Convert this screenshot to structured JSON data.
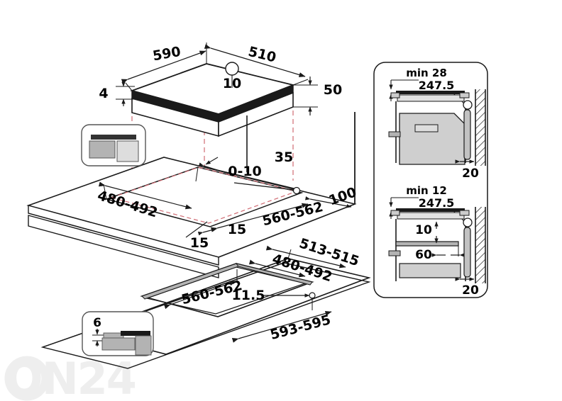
{
  "document": {
    "title": "Hob installation dimension drawing",
    "background_color": "#ffffff",
    "line_color": "#1a1a1a",
    "hidden_line_color": "#d06b73",
    "fill_light": "#d9d9d9",
    "fill_mid": "#b3b3b3",
    "fill_dark": "#1a1a1a"
  },
  "watermark": {
    "text": "ON24",
    "color": "#eeeeee"
  },
  "main_view": {
    "name": "hob-and-cutout-isometric",
    "dimensions": {
      "hob_width": "590",
      "hob_depth": "510",
      "hob_glass_thickness": "4",
      "knob_height": "10",
      "hob_body_height": "50",
      "cutout_width": "560-562",
      "cutout_depth": "480-492",
      "corner_radius": "35",
      "overhang": "0-10",
      "edge_margin_front": "15",
      "edge_margin_side": "15",
      "worktop_rear_gap": "100"
    }
  },
  "lower_view": {
    "name": "worktop-cutout-isometric",
    "dimensions": {
      "cutout_width": "560-562",
      "cutout_depth": "480-492",
      "worktop_depth": "513-515",
      "worktop_width": "593-595",
      "frame_width": "11.5"
    }
  },
  "inset_top_left": {
    "name": "flush-mount-detail",
    "label": ""
  },
  "inset_bottom_left": {
    "name": "worktop-thickness-detail",
    "label": "6"
  },
  "side_panel": {
    "name": "oven-clearance-details",
    "views": [
      {
        "name": "detail-min-28-oven",
        "clearance_label": "min 28",
        "height_label": "247.5",
        "rear_gap_label": "20"
      },
      {
        "name": "detail-min-12-shelf",
        "clearance_label": "min 12",
        "height_label": "247.5",
        "shelf_gap_label": "10",
        "shelf_depth_label": "60",
        "rear_gap_label": "20"
      }
    ]
  }
}
